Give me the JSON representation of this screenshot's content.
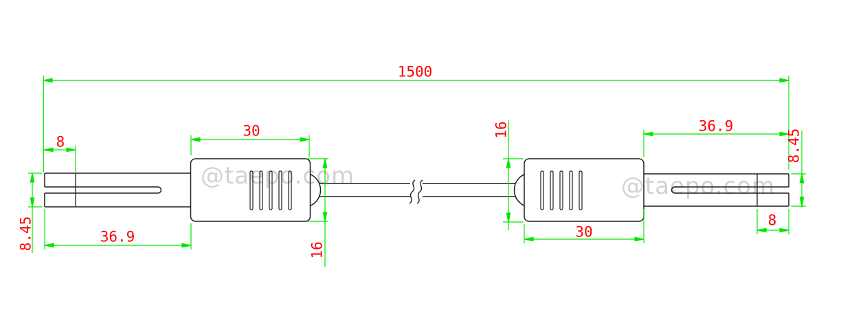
{
  "drawing_type": "cable assembly dimensional drawing",
  "watermark": {
    "text": "@taepo.com"
  },
  "colors": {
    "background": "#ffffff",
    "outline": "#1f1f1f",
    "dimension_line": "#00e800",
    "dimension_text": "#ff0000",
    "watermark": "#d2d2d2"
  },
  "dims": {
    "overall_length": "1500",
    "left": {
      "tip_length": "8",
      "body_length": "30",
      "blade_length": "36.9",
      "blade_height": "8.45",
      "body_height": "16"
    },
    "right": {
      "blade_length": "36.9",
      "blade_height": "8.45",
      "body_height": "16",
      "body_length": "30",
      "tip_length": "8"
    }
  }
}
